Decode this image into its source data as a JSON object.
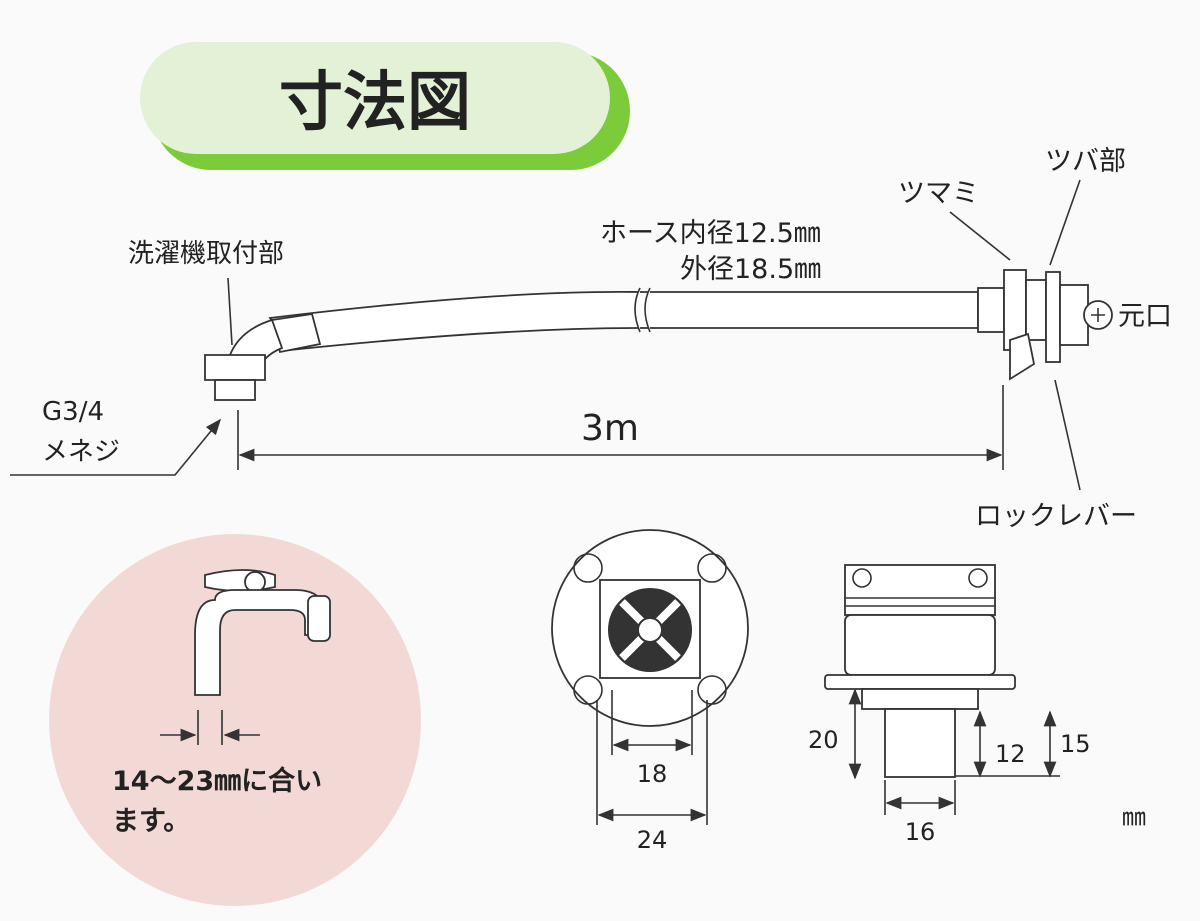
{
  "title": "寸法図",
  "labels": {
    "tsuba": "ツバ部",
    "tsumami": "ツマミ",
    "hose_inner": "ホース内径12.5㎜",
    "hose_outer": "外径18.5㎜",
    "washer_mount": "洗濯機取付部",
    "motoguchi": "元口",
    "thread_1": "G3/4",
    "thread_2": "メネジ",
    "length": "3m",
    "lock_lever": "ロックレバー"
  },
  "faucet_note": {
    "line1": "14～23㎜に合い",
    "line2": "ます。"
  },
  "dimensions": {
    "d18": "18",
    "d24": "24",
    "d20": "20",
    "d12": "12",
    "d15": "15",
    "d16": "16",
    "unit": "㎜"
  },
  "colors": {
    "pill": "#e3f1d6",
    "pill_shadow": "#7ccb3a",
    "circle": "#f3d9d6"
  }
}
